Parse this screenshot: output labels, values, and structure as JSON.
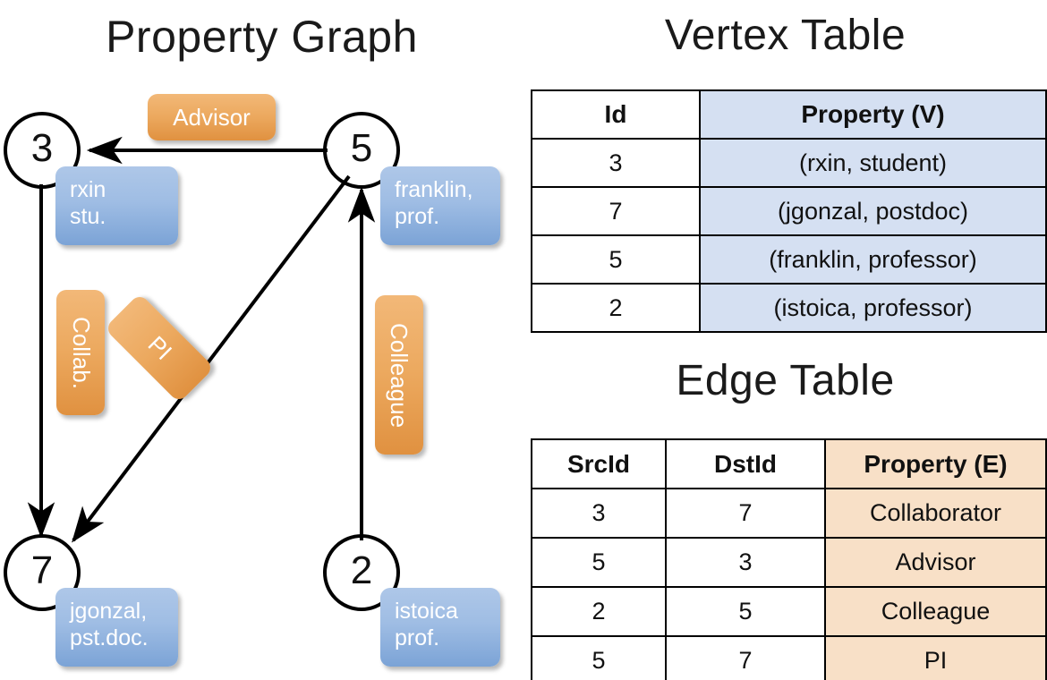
{
  "titles": {
    "property_graph": "Property Graph",
    "vertex_table": "Vertex Table",
    "edge_table": "Edge Table"
  },
  "graph": {
    "nodes": [
      {
        "id": "3",
        "label": "3",
        "property_lines": [
          "rxin",
          "stu."
        ]
      },
      {
        "id": "5",
        "label": "5",
        "property_lines": [
          "franklin,",
          "prof."
        ]
      },
      {
        "id": "7",
        "label": "7",
        "property_lines": [
          "jgonzal,",
          "pst.doc."
        ]
      },
      {
        "id": "2",
        "label": "2",
        "property_lines": [
          "istoica",
          "prof."
        ]
      }
    ],
    "edge_labels": [
      {
        "name": "advisor",
        "text": "Advisor"
      },
      {
        "name": "collab",
        "text": "Collab."
      },
      {
        "name": "pi",
        "text": "PI"
      },
      {
        "name": "colleague",
        "text": "Colleague"
      }
    ],
    "edges": [
      {
        "src": "5",
        "dst": "3",
        "label": "Advisor"
      },
      {
        "src": "3",
        "dst": "7",
        "label": "Collab."
      },
      {
        "src": "5",
        "dst": "7",
        "label": "PI"
      },
      {
        "src": "2",
        "dst": "5",
        "label": "Colleague"
      }
    ]
  },
  "vertex_table": {
    "headers": [
      "Id",
      "Property (V)"
    ],
    "rows": [
      {
        "id": "3",
        "property": "(rxin, student)"
      },
      {
        "id": "7",
        "property": "(jgonzal, postdoc)"
      },
      {
        "id": "5",
        "property": "(franklin, professor)"
      },
      {
        "id": "2",
        "property": "(istoica, professor)"
      }
    ]
  },
  "edge_table": {
    "headers": [
      "SrcId",
      "DstId",
      "Property (E)"
    ],
    "rows": [
      {
        "src": "3",
        "dst": "7",
        "property": "Collaborator"
      },
      {
        "src": "5",
        "dst": "3",
        "property": "Advisor"
      },
      {
        "src": "2",
        "dst": "5",
        "property": "Colleague"
      },
      {
        "src": "5",
        "dst": "7",
        "property": "PI"
      }
    ]
  },
  "colors": {
    "vertex_cell": "#d5e0f2",
    "edge_cell": "#f8e0c7",
    "node_property_box": "#8fb0dd",
    "edge_label_box": "#eca95f",
    "stroke": "#000000"
  }
}
